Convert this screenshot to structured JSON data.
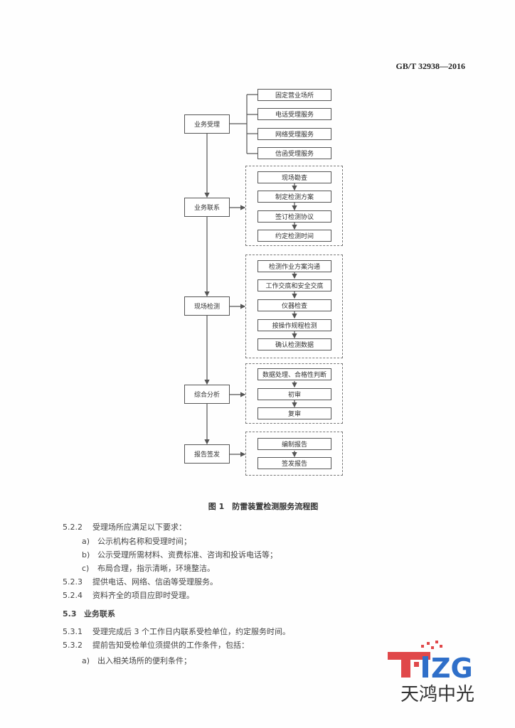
{
  "header": {
    "standard_no": "GB/T 32938—2016"
  },
  "flowchart": {
    "main_steps": [
      "业务受理",
      "业务联系",
      "现场检测",
      "综合分析",
      "报告签发"
    ],
    "groups": [
      [
        "固定营业场所",
        "电话受理服务",
        "网络受理服务",
        "信函受理服务"
      ],
      [
        "现场勘查",
        "制定检测方案",
        "签订检测协议",
        "约定检测时间"
      ],
      [
        "检测作业方案沟通",
        "工作交底和安全交底",
        "仪器检查",
        "按操作规程检测",
        "确认检测数据"
      ],
      [
        "数据处理、合格性判断",
        "初审",
        "复审"
      ],
      [
        "编制报告",
        "签发报告"
      ]
    ],
    "caption": "图 1　防雷装置检测服务流程图"
  },
  "body": {
    "lines": [
      {
        "num": "5.2.2",
        "text": "受理场所应满足以下要求："
      },
      {
        "label": "a)",
        "text": "公示机构名称和受理时间；"
      },
      {
        "label": "b)",
        "text": "公示受理所需材料、资费标准、咨询和投诉电话等；"
      },
      {
        "label": "c)",
        "text": "布局合理，指示清晰，环境整洁。"
      },
      {
        "num": "5.2.3",
        "text": "提供电话、网络、信函等受理服务。"
      },
      {
        "num": "5.2.4",
        "text": "资料齐全的项目应即时受理。"
      },
      {
        "num": "5.3",
        "text": "业务联系"
      },
      {
        "num": "5.3.1",
        "text": "受理完成后 3 个工作日内联系受检单位，约定服务时间。"
      },
      {
        "num": "5.3.2",
        "text": "提前告知受检单位须提供的工作条件，包括："
      },
      {
        "label": "a)",
        "text": "出入相关场所的便利条件；"
      }
    ]
  },
  "watermark": {
    "logo_letters": "THZG",
    "logo_text": "天鸿中光",
    "colors": {
      "red": "#e0484a",
      "blue": "#2f6fc9",
      "gray": "#333333"
    }
  }
}
